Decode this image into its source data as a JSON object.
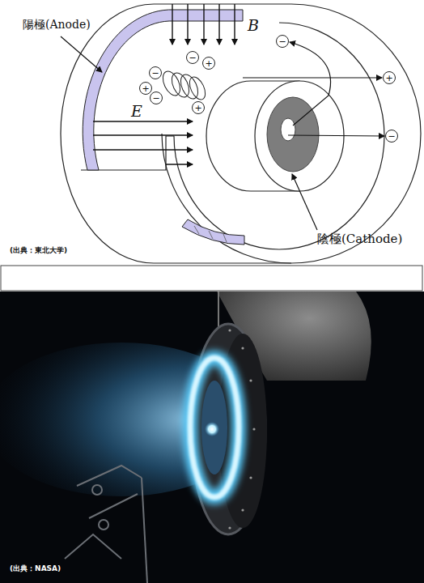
{
  "diagram": {
    "nodes": [
      {
        "text": [
          "−"
        ]
      },
      {
        "text": [
          "−"
        ]
      },
      {
        "text": [
          "+"
        ]
      },
      {
        "text": [
          "−"
        ]
      },
      {
        "text": [
          "+"
        ]
      },
      {
        "text": [
          "+"
        ]
      },
      {
        "text": [
          "−"
        ]
      },
      {
        "text": [
          "+"
        ]
      },
      {
        "text": [
          "−"
        ]
      }
    ],
    "labels": [
      "陽極(Anode)",
      "B",
      "E",
      "陰極(Cathode)",
      "(出典：東北大学)",
      "(出典：NASA)"
    ]
  }
}
